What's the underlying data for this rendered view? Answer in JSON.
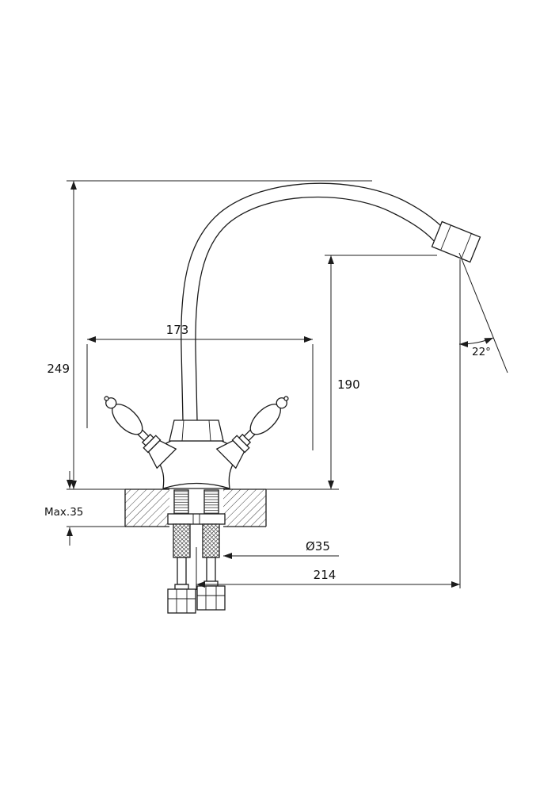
{
  "dimensions": {
    "handle_span": "173",
    "overall_height": "249",
    "spout_height": "190",
    "spout_angle": "22°",
    "max_deck_thickness": "Max.35",
    "mounting_hole_diameter": "Ø35",
    "spout_reach": "214"
  },
  "colors": {
    "line": "#1c1c1c",
    "background": "#ffffff"
  }
}
